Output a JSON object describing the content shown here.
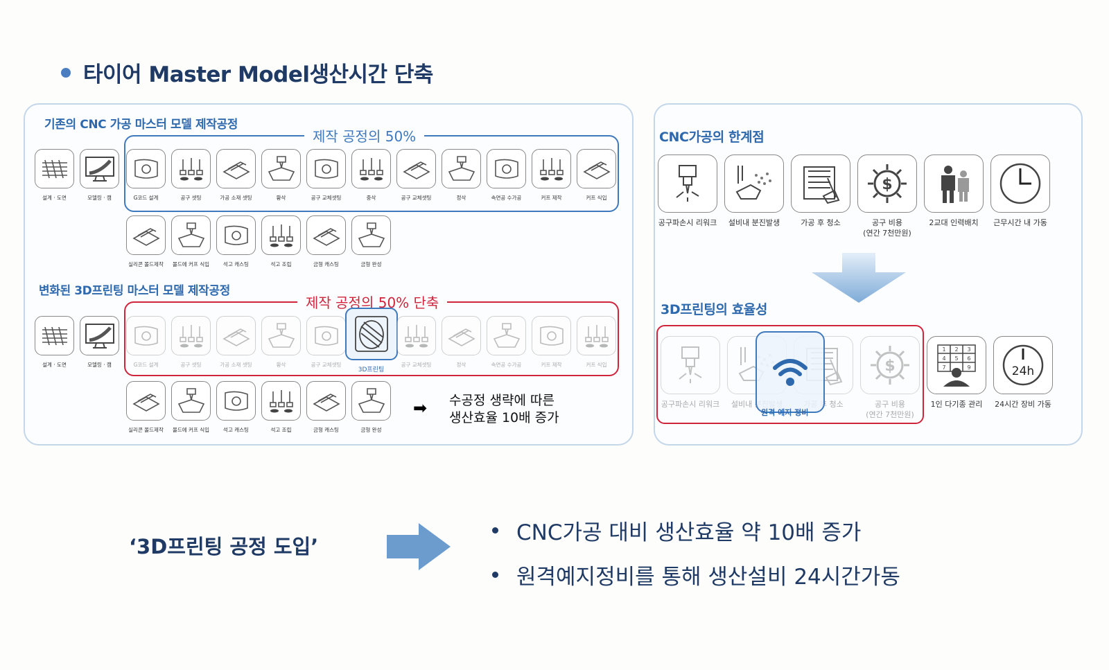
{
  "title": "타이어 Master Model생산시간 단축",
  "left_panel": {
    "legacy_title": "기존의 CNC 가공 마스터 모델 제작공정",
    "legacy_group_label": "제작 공정의 50%",
    "legacy_pre_steps": [
      "설계 · 도면",
      "모델링 · 캠"
    ],
    "legacy_cnc_steps": [
      "G코드 설계",
      "공구 셋팅",
      "가공 소재 셋팅",
      "황삭",
      "공구 교체셋팅",
      "중삭",
      "공구 교체셋팅",
      "정삭",
      "속면공 수가공",
      "커프 제작",
      "커프 식입"
    ],
    "legacy_post_steps": [
      "실리콘 몰드제작",
      "몰드에 커프 식입",
      "석고 캐스팅",
      "석고 조립",
      "금형 캐스팅",
      "금형 완성"
    ],
    "new_title": "변화된 3D프린팅 마스터 모델 제작공정",
    "new_group_label": "제작 공정의 50% 단축",
    "new_pre_steps": [
      "설계 · 도면",
      "모델링 · 캠"
    ],
    "new_faded_left": [
      "G코드 설계",
      "공구 셋팅",
      "가공 소재 셋팅",
      "황삭",
      "공구 교체셋팅"
    ],
    "new_highlight": "3D프린팅",
    "new_faded_right": [
      "공구 교체셋팅",
      "정삭",
      "속면공 수가공",
      "커프 제작",
      "커프 식입"
    ],
    "new_post_steps": [
      "실리콘 몰드제작",
      "몰드에 커프 식입",
      "석고 캐스팅",
      "석고 조립",
      "금형 캐스팅",
      "금형 완성"
    ],
    "result_line1": "수공정 생략에 따른",
    "result_line2": "생산효율 10배 증가"
  },
  "right_panel": {
    "limits_title": "CNC가공의 한계점",
    "limits": [
      {
        "icon": "tool-break-icon",
        "label": "공구파손시 리워크"
      },
      {
        "icon": "dust-icon",
        "label": "설비내 분진발생"
      },
      {
        "icon": "brush-icon",
        "label": "가공 후 청소"
      },
      {
        "icon": "cost-gear-icon",
        "label": "공구 비용",
        "sub": "(연간 7천만원)"
      },
      {
        "icon": "workers-icon",
        "label": "2교대 인력배치"
      },
      {
        "icon": "clock-icon",
        "label": "근무시간 내 가동"
      }
    ],
    "efficiency_title": "3D프린팅의 효율성",
    "efficiency_faded": [
      {
        "icon": "tool-break-icon",
        "label": "공구파손시 리워크"
      },
      {
        "icon": "dust-icon",
        "label": "설비내 분진발생"
      },
      {
        "icon": "brush-icon",
        "label": "가공 후 청소"
      },
      {
        "icon": "cost-gear-icon",
        "label": "공구 비용",
        "sub": "(연간 7천만원)"
      }
    ],
    "wifi_label": "원격 예지 정비",
    "efficiency_active": [
      {
        "icon": "keypad-operator-icon",
        "label": "1인 다기종 관리"
      },
      {
        "icon": "clock-24h-icon",
        "label": "24시간 장비 가동",
        "clock_text": "24h"
      }
    ]
  },
  "summary": {
    "intro": "‘3D프린팅 공정 도입’",
    "benefits": [
      "CNC가공 대비 생산효율 약 10배 증가",
      "원격예지정비를 통해 생산설비 24시간가동"
    ]
  },
  "colors": {
    "navy": "#1f3a64",
    "blue": "#3f79bd",
    "red": "#d0243c",
    "panel_border": "#c4d6ea",
    "arrow": "#6b9ccd"
  }
}
